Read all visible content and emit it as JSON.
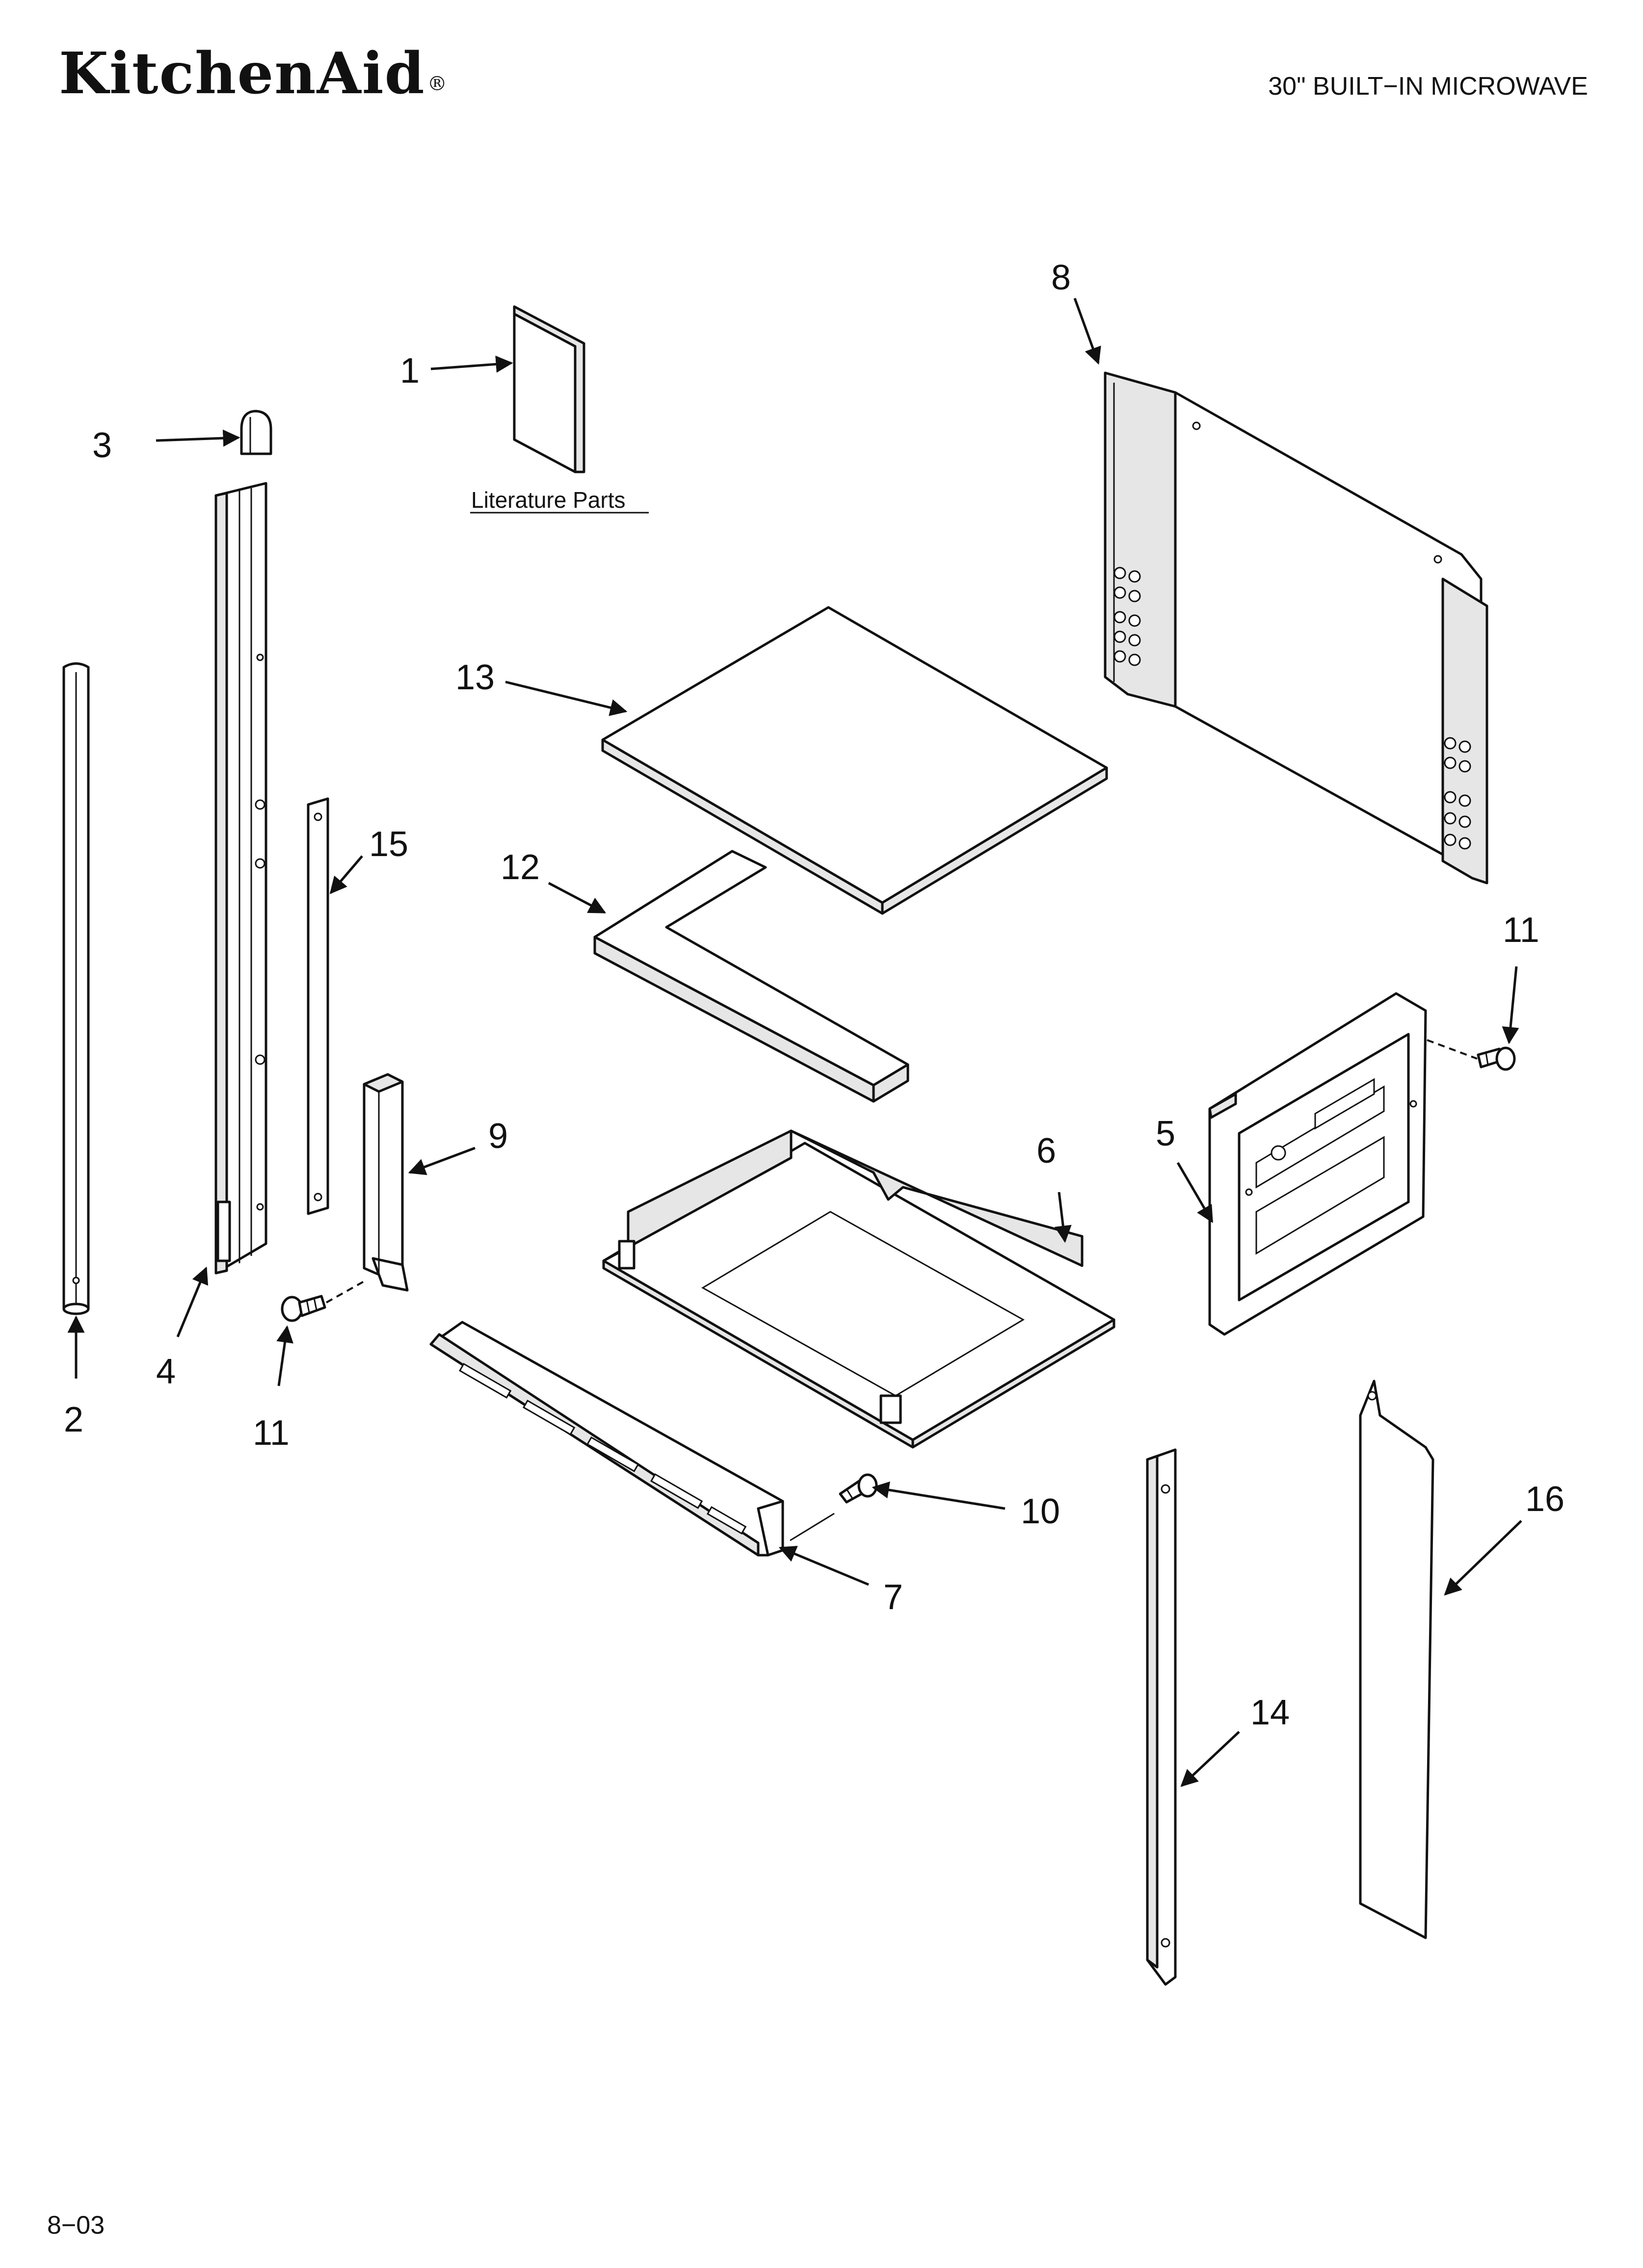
{
  "header": {
    "brand": "KitchenAid",
    "brand_mark": "®",
    "model_title": "30\" BUILT−IN MICROWAVE"
  },
  "diagram": {
    "literature_caption": "Literature Parts",
    "callouts": {
      "p1": "1",
      "p2": "2",
      "p3": "3",
      "p4": "4",
      "p5": "5",
      "p6": "6",
      "p7": "7",
      "p8": "8",
      "p9": "9",
      "p10": "10",
      "p11a": "11",
      "p11b": "11",
      "p12": "12",
      "p13": "13",
      "p14": "14",
      "p15": "15",
      "p16": "16"
    }
  },
  "footer": {
    "date_code": "8−03"
  }
}
